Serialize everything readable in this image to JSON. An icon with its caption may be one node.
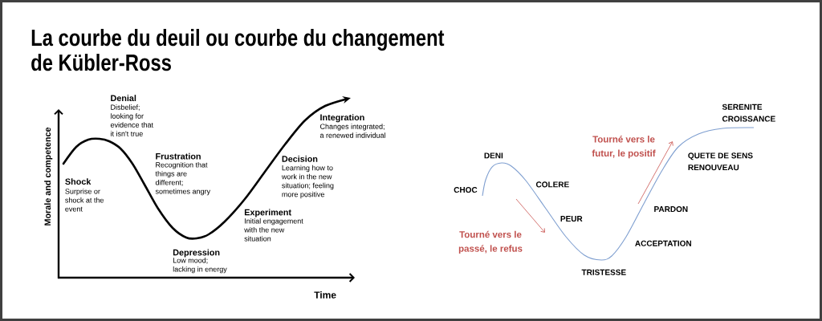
{
  "diagram": {
    "title": "La courbe du deuil ou courbe du changement de Kübler-Ross",
    "labels": [
      "Denial",
      "Disbelief; looking for evidence that it isn't true",
      "Integration",
      "Changes integrated; a renewed individual",
      "Morale and competence",
      "Shock",
      "Surprise or shock at the event",
      "Frustration",
      "Recognition that things are different; sometimes angry",
      "Decision",
      "Learning how to work in the new situation; feeling more positive",
      "Experiment",
      "Initial engagement with the new situation",
      "Depression",
      "Low mood; lacking in energy",
      "Time",
      "SERENITE CROISSANCE",
      "Tourné vers le futur, le positif",
      "DENI",
      "QUETE DE SENS RENOUVEAU",
      "CHOC",
      "COLERE",
      "PARDON",
      "Tourné vers le passé, le refus",
      "PEUR",
      "ACCEPTATION",
      "TRISTESSE"
    ]
  }
}
